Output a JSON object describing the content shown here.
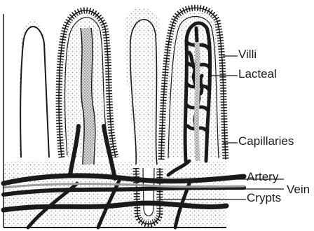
{
  "labels": {
    "villi": "Villi",
    "lacteal": "Lacteal",
    "capillaries": "Capillaries",
    "artery": "Artery",
    "vein": "Vein",
    "crypts": "Crypts"
  },
  "colors": {
    "ink": "#1a1a1a",
    "stipple": "#bdbdbd",
    "background": "#ffffff"
  }
}
